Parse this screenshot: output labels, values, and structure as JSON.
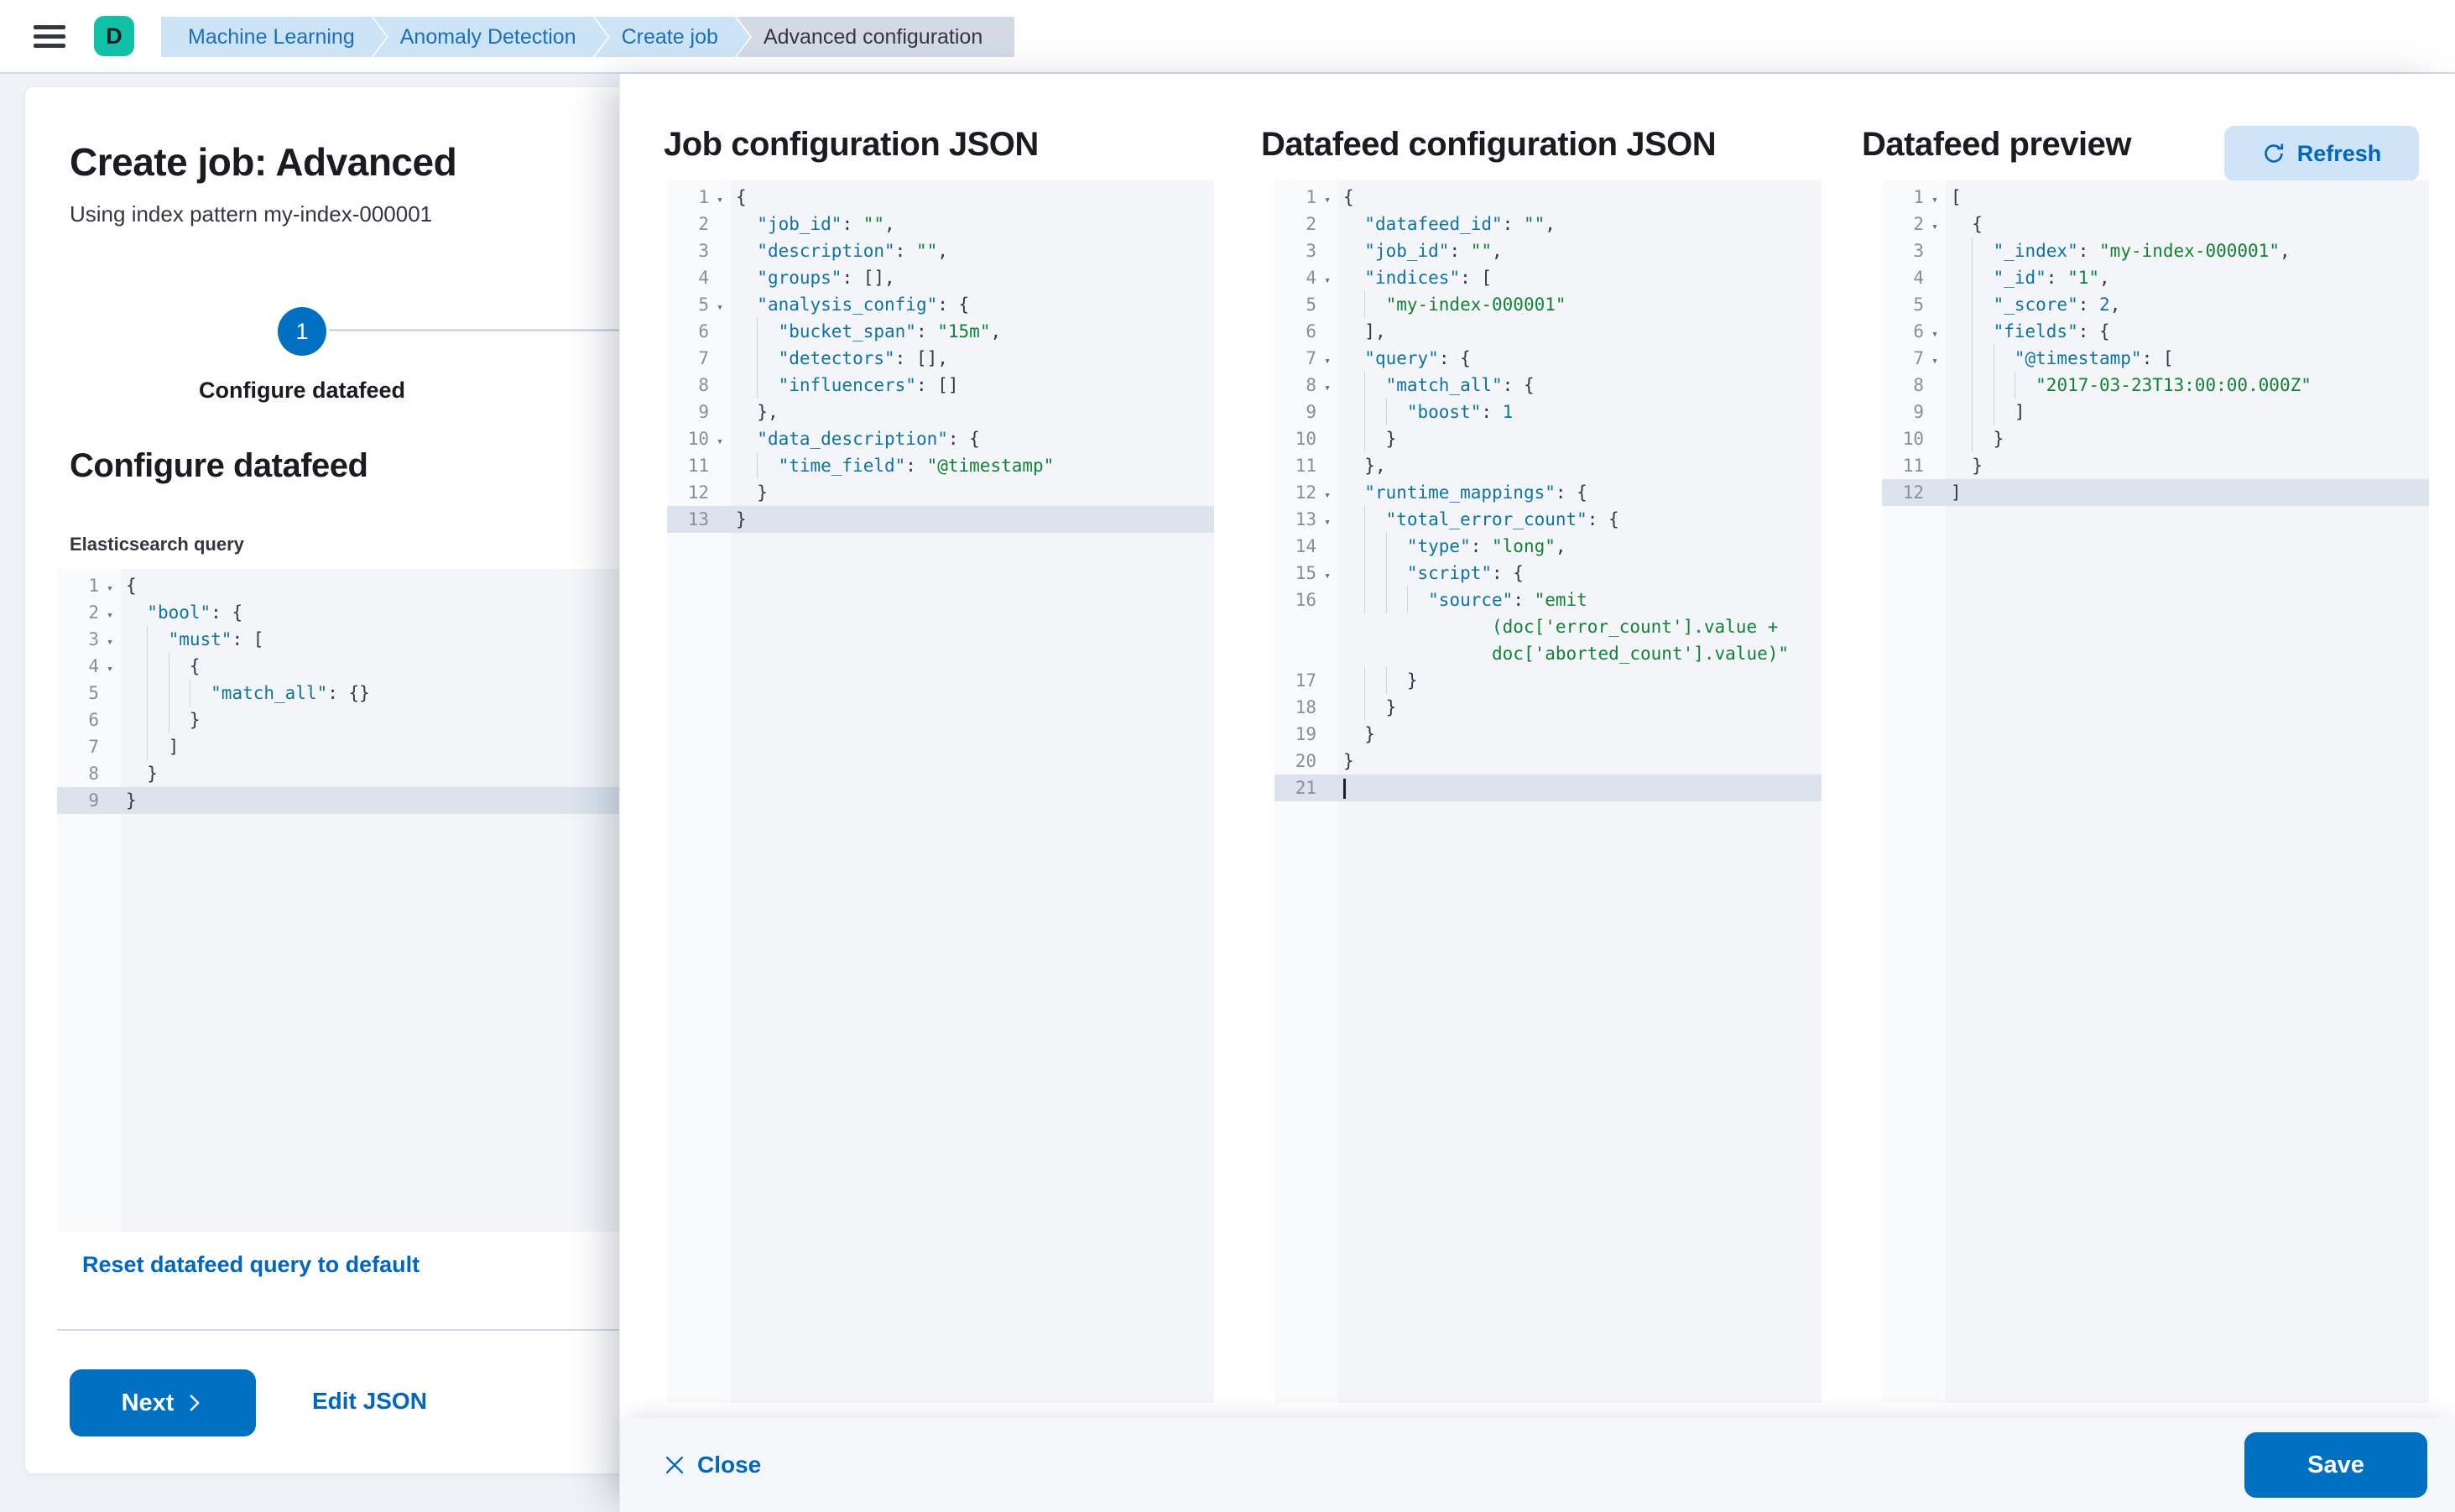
{
  "colors": {
    "accent": "#0071c2",
    "link": "#0066be",
    "avatar": "#10c0a7",
    "crumbBg": "#cde3f6",
    "crumbText": "#1c6fba",
    "crumbCurrentBg": "#d3dae6",
    "refreshBg": "#cfe4f7",
    "editorBg": "#f3f5f9",
    "gutterBg": "#f9fafc",
    "activeLine": "#dce3ee",
    "key": "#0e73a2",
    "str": "#118234",
    "num": "#0e73a2"
  },
  "header": {
    "avatar_letter": "D",
    "breadcrumbs": [
      {
        "label": "Machine Learning",
        "current": false
      },
      {
        "label": "Anomaly Detection",
        "current": false
      },
      {
        "label": "Create job",
        "current": false
      },
      {
        "label": "Advanced configuration",
        "current": true
      }
    ]
  },
  "page": {
    "title": "Create job: Advanced",
    "subtitle": "Using index pattern my-index-000001",
    "step_number": "1",
    "step_label": "Configure datafeed",
    "section_heading": "Configure datafeed",
    "query_label": "Elasticsearch query",
    "reset_link": "Reset datafeed query to default",
    "next_button": "Next",
    "edit_json_link": "Edit JSON"
  },
  "flyout": {
    "job_heading": "Job configuration JSON",
    "datafeed_heading": "Datafeed configuration JSON",
    "preview_heading": "Datafeed preview",
    "refresh_button": "Refresh",
    "close_button": "Close",
    "save_button": "Save"
  },
  "editors": {
    "query": {
      "lines": [
        {
          "n": 1,
          "fold": 1,
          "ind": 0,
          "g": 0,
          "seg": [
            [
              "d",
              "{"
            ]
          ]
        },
        {
          "n": 2,
          "fold": 1,
          "ind": 2,
          "g": 0,
          "seg": [
            [
              "k",
              "\"bool\""
            ],
            [
              "d",
              ": {"
            ]
          ]
        },
        {
          "n": 3,
          "fold": 1,
          "ind": 4,
          "g": 1,
          "seg": [
            [
              "k",
              "\"must\""
            ],
            [
              "d",
              ": ["
            ]
          ]
        },
        {
          "n": 4,
          "fold": 1,
          "ind": 6,
          "g": 2,
          "seg": [
            [
              "d",
              "{"
            ]
          ]
        },
        {
          "n": 5,
          "ind": 8,
          "g": 3,
          "seg": [
            [
              "k",
              "\"match_all\""
            ],
            [
              "d",
              ": {}"
            ]
          ]
        },
        {
          "n": 6,
          "ind": 6,
          "g": 2,
          "seg": [
            [
              "d",
              "}"
            ]
          ]
        },
        {
          "n": 7,
          "ind": 4,
          "g": 1,
          "seg": [
            [
              "d",
              "]"
            ]
          ]
        },
        {
          "n": 8,
          "ind": 2,
          "g": 0,
          "seg": [
            [
              "d",
              "}"
            ]
          ]
        },
        {
          "n": 9,
          "ind": 0,
          "g": 0,
          "active": 1,
          "seg": [
            [
              "d",
              "}"
            ]
          ]
        }
      ]
    },
    "job": {
      "lines": [
        {
          "n": 1,
          "fold": 1,
          "ind": 0,
          "g": 0,
          "seg": [
            [
              "d",
              "{"
            ]
          ]
        },
        {
          "n": 2,
          "ind": 2,
          "g": 0,
          "seg": [
            [
              "k",
              "\"job_id\""
            ],
            [
              "d",
              ": "
            ],
            [
              "s",
              "\"\""
            ],
            [
              "d",
              ","
            ]
          ]
        },
        {
          "n": 3,
          "ind": 2,
          "g": 0,
          "seg": [
            [
              "k",
              "\"description\""
            ],
            [
              "d",
              ": "
            ],
            [
              "s",
              "\"\""
            ],
            [
              "d",
              ","
            ]
          ]
        },
        {
          "n": 4,
          "ind": 2,
          "g": 0,
          "seg": [
            [
              "k",
              "\"groups\""
            ],
            [
              "d",
              ": [],"
            ]
          ]
        },
        {
          "n": 5,
          "fold": 1,
          "ind": 2,
          "g": 0,
          "seg": [
            [
              "k",
              "\"analysis_config\""
            ],
            [
              "d",
              ": {"
            ]
          ]
        },
        {
          "n": 6,
          "ind": 4,
          "g": 1,
          "seg": [
            [
              "k",
              "\"bucket_span\""
            ],
            [
              "d",
              ": "
            ],
            [
              "s",
              "\"15m\""
            ],
            [
              "d",
              ","
            ]
          ]
        },
        {
          "n": 7,
          "ind": 4,
          "g": 1,
          "seg": [
            [
              "k",
              "\"detectors\""
            ],
            [
              "d",
              ": [],"
            ]
          ]
        },
        {
          "n": 8,
          "ind": 4,
          "g": 1,
          "seg": [
            [
              "k",
              "\"influencers\""
            ],
            [
              "d",
              ": []"
            ]
          ]
        },
        {
          "n": 9,
          "ind": 2,
          "g": 0,
          "seg": [
            [
              "d",
              "},"
            ]
          ]
        },
        {
          "n": 10,
          "fold": 1,
          "ind": 2,
          "g": 0,
          "seg": [
            [
              "k",
              "\"data_description\""
            ],
            [
              "d",
              ": {"
            ]
          ]
        },
        {
          "n": 11,
          "ind": 4,
          "g": 1,
          "seg": [
            [
              "k",
              "\"time_field\""
            ],
            [
              "d",
              ": "
            ],
            [
              "s",
              "\"@timestamp\""
            ]
          ]
        },
        {
          "n": 12,
          "ind": 2,
          "g": 0,
          "seg": [
            [
              "d",
              "}"
            ]
          ]
        },
        {
          "n": 13,
          "ind": 0,
          "g": 0,
          "active": 1,
          "seg": [
            [
              "d",
              "}"
            ]
          ]
        }
      ]
    },
    "datafeed": {
      "lines": [
        {
          "n": 1,
          "fold": 1,
          "ind": 0,
          "g": 0,
          "seg": [
            [
              "d",
              "{"
            ]
          ]
        },
        {
          "n": 2,
          "ind": 2,
          "g": 0,
          "seg": [
            [
              "k",
              "\"datafeed_id\""
            ],
            [
              "d",
              ": "
            ],
            [
              "s",
              "\"\""
            ],
            [
              "d",
              ","
            ]
          ]
        },
        {
          "n": 3,
          "ind": 2,
          "g": 0,
          "seg": [
            [
              "k",
              "\"job_id\""
            ],
            [
              "d",
              ": "
            ],
            [
              "s",
              "\"\""
            ],
            [
              "d",
              ","
            ]
          ]
        },
        {
          "n": 4,
          "fold": 1,
          "ind": 2,
          "g": 0,
          "seg": [
            [
              "k",
              "\"indices\""
            ],
            [
              "d",
              ": ["
            ]
          ]
        },
        {
          "n": 5,
          "ind": 4,
          "g": 1,
          "seg": [
            [
              "s",
              "\"my-index-000001\""
            ]
          ]
        },
        {
          "n": 6,
          "ind": 2,
          "g": 0,
          "seg": [
            [
              "d",
              "],"
            ]
          ]
        },
        {
          "n": 7,
          "fold": 1,
          "ind": 2,
          "g": 0,
          "seg": [
            [
              "k",
              "\"query\""
            ],
            [
              "d",
              ": {"
            ]
          ]
        },
        {
          "n": 8,
          "fold": 1,
          "ind": 4,
          "g": 1,
          "seg": [
            [
              "k",
              "\"match_all\""
            ],
            [
              "d",
              ": {"
            ]
          ]
        },
        {
          "n": 9,
          "ind": 6,
          "g": 2,
          "seg": [
            [
              "k",
              "\"boost\""
            ],
            [
              "d",
              ": "
            ],
            [
              "v",
              "1"
            ]
          ]
        },
        {
          "n": 10,
          "ind": 4,
          "g": 1,
          "seg": [
            [
              "d",
              "}"
            ]
          ]
        },
        {
          "n": 11,
          "ind": 2,
          "g": 0,
          "seg": [
            [
              "d",
              "},"
            ]
          ]
        },
        {
          "n": 12,
          "fold": 1,
          "ind": 2,
          "g": 0,
          "seg": [
            [
              "k",
              "\"runtime_mappings\""
            ],
            [
              "d",
              ": {"
            ]
          ]
        },
        {
          "n": 13,
          "fold": 1,
          "ind": 4,
          "g": 1,
          "seg": [
            [
              "k",
              "\"total_error_count\""
            ],
            [
              "d",
              ": {"
            ]
          ]
        },
        {
          "n": 14,
          "ind": 6,
          "g": 2,
          "seg": [
            [
              "k",
              "\"type\""
            ],
            [
              "d",
              ": "
            ],
            [
              "s",
              "\"long\""
            ],
            [
              "d",
              ","
            ]
          ]
        },
        {
          "n": 15,
          "fold": 1,
          "ind": 6,
          "g": 2,
          "seg": [
            [
              "k",
              "\"script\""
            ],
            [
              "d",
              ": {"
            ]
          ]
        },
        {
          "n": 16,
          "ind": 8,
          "g": 3,
          "seg": [
            [
              "k",
              "\"source\""
            ],
            [
              "d",
              ": "
            ],
            [
              "s",
              "\"emit"
            ]
          ],
          "wrap": [
            {
              "ind": 14,
              "t": "(doc['error_count'].value +"
            },
            {
              "ind": 14,
              "t": "doc['aborted_count'].value)\""
            }
          ]
        },
        {
          "n": 17,
          "ind": 6,
          "g": 2,
          "seg": [
            [
              "d",
              "}"
            ]
          ]
        },
        {
          "n": 18,
          "ind": 4,
          "g": 1,
          "seg": [
            [
              "d",
              "}"
            ]
          ]
        },
        {
          "n": 19,
          "ind": 2,
          "g": 0,
          "seg": [
            [
              "d",
              "}"
            ]
          ]
        },
        {
          "n": 20,
          "ind": 0,
          "g": 0,
          "seg": [
            [
              "d",
              "}"
            ]
          ]
        },
        {
          "n": 21,
          "ind": 0,
          "g": 0,
          "active": 1,
          "cursor": 1,
          "seg": []
        }
      ]
    },
    "preview": {
      "lines": [
        {
          "n": 1,
          "fold": 1,
          "ind": 0,
          "g": 0,
          "seg": [
            [
              "d",
              "["
            ]
          ]
        },
        {
          "n": 2,
          "fold": 1,
          "ind": 2,
          "g": 0,
          "seg": [
            [
              "d",
              "{"
            ]
          ]
        },
        {
          "n": 3,
          "ind": 4,
          "g": 1,
          "seg": [
            [
              "k",
              "\"_index\""
            ],
            [
              "d",
              ": "
            ],
            [
              "s",
              "\"my-index-000001\""
            ],
            [
              "d",
              ","
            ]
          ]
        },
        {
          "n": 4,
          "ind": 4,
          "g": 1,
          "seg": [
            [
              "k",
              "\"_id\""
            ],
            [
              "d",
              ": "
            ],
            [
              "s",
              "\"1\""
            ],
            [
              "d",
              ","
            ]
          ]
        },
        {
          "n": 5,
          "ind": 4,
          "g": 1,
          "seg": [
            [
              "k",
              "\"_score\""
            ],
            [
              "d",
              ": "
            ],
            [
              "v",
              "2"
            ],
            [
              "d",
              ","
            ]
          ]
        },
        {
          "n": 6,
          "fold": 1,
          "ind": 4,
          "g": 1,
          "seg": [
            [
              "k",
              "\"fields\""
            ],
            [
              "d",
              ": {"
            ]
          ]
        },
        {
          "n": 7,
          "fold": 1,
          "ind": 6,
          "g": 2,
          "seg": [
            [
              "k",
              "\"@timestamp\""
            ],
            [
              "d",
              ": ["
            ]
          ]
        },
        {
          "n": 8,
          "ind": 8,
          "g": 3,
          "seg": [
            [
              "s",
              "\"2017-03-23T13:00:00.000Z\""
            ]
          ]
        },
        {
          "n": 9,
          "ind": 6,
          "g": 2,
          "seg": [
            [
              "d",
              "]"
            ]
          ]
        },
        {
          "n": 10,
          "ind": 4,
          "g": 1,
          "seg": [
            [
              "d",
              "}"
            ]
          ]
        },
        {
          "n": 11,
          "ind": 2,
          "g": 0,
          "seg": [
            [
              "d",
              "}"
            ]
          ]
        },
        {
          "n": 12,
          "ind": 0,
          "g": 0,
          "active": 1,
          "seg": [
            [
              "d",
              "]"
            ]
          ]
        }
      ]
    }
  }
}
